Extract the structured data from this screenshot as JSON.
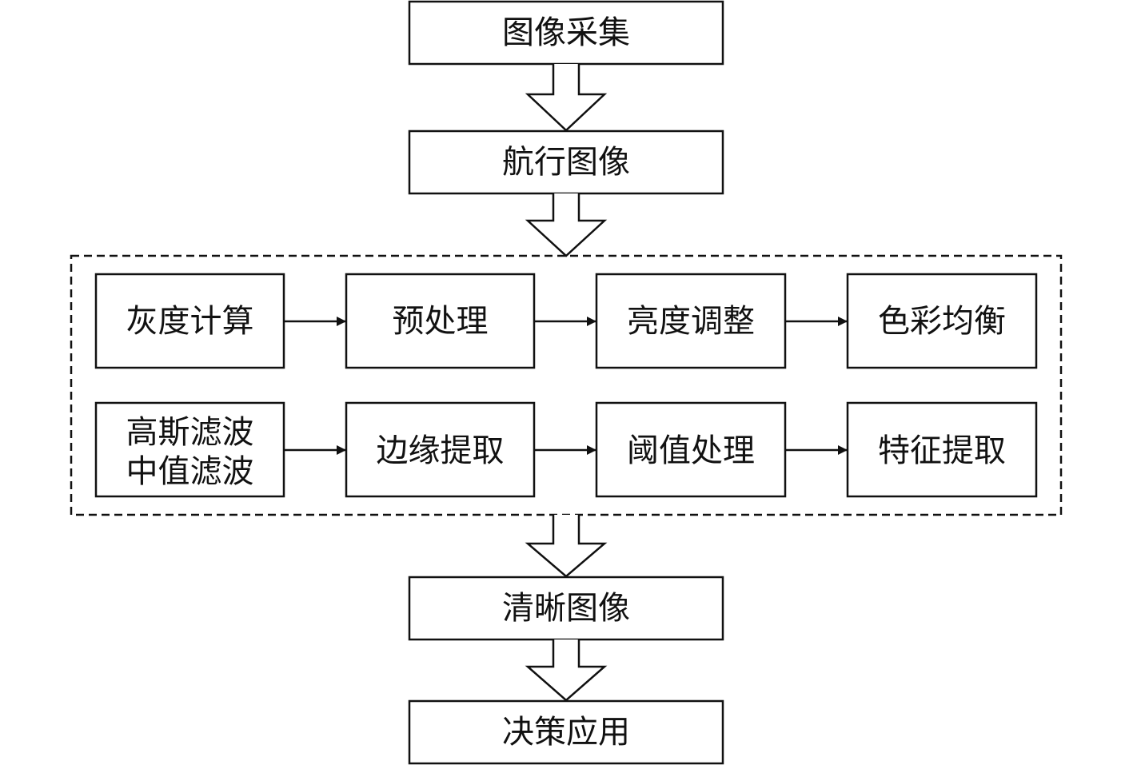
{
  "nodes": {
    "acquisition": "图像采集",
    "navigation_image": "航行图像",
    "grayscale": "灰度计算",
    "preprocessing": "预处理",
    "brightness": "亮度调整",
    "color_balance": "色彩均衡",
    "filter_line1": "高斯滤波",
    "filter_line2": "中值滤波",
    "edge_extraction": "边缘提取",
    "threshold": "阈值处理",
    "feature_extraction": "特征提取",
    "clear_image": "清晰图像",
    "decision": "决策应用"
  },
  "colors": {
    "stroke": "#111111",
    "background": "#ffffff"
  }
}
